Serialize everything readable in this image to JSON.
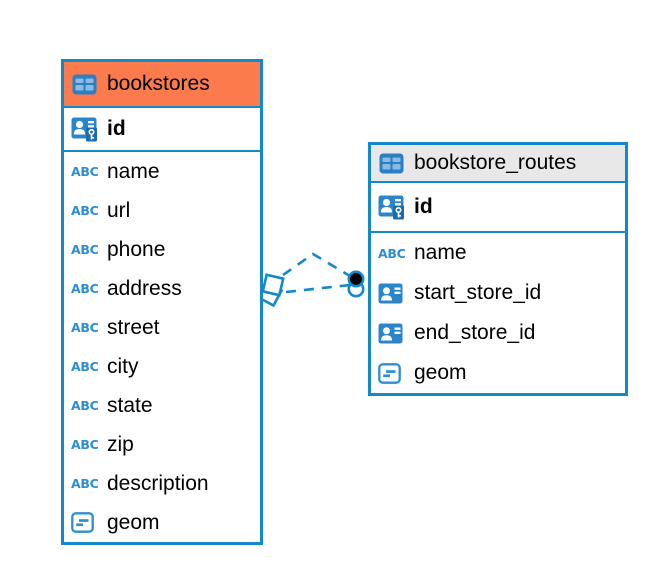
{
  "diagram": {
    "kind": "entity-relationship-diagram",
    "colors": {
      "table_border": "#1289cb",
      "bookstores_header_bg": "#fb7b4c",
      "routes_header_bg": "#e8e8e8",
      "icon_blue": "#2e8ed2",
      "icon_fill_blue": "#2b85cb",
      "key_badge_blue": "#1a6bb0",
      "connection_line": "#1289cb",
      "text": "#000000"
    },
    "icons": {
      "text_type_label": "ABC",
      "table_icon": "table-icon",
      "primary_key_icon": "primary-key-user-icon",
      "reference_icon": "user-reference-icon",
      "geometry_icon": "geometry-type-icon"
    },
    "tables": [
      {
        "name": "bookstores",
        "columns": [
          {
            "name": "id",
            "icon": "primary-key-user-icon",
            "primary_key": true
          },
          {
            "name": "name",
            "icon": "text-type-icon"
          },
          {
            "name": "url",
            "icon": "text-type-icon"
          },
          {
            "name": "phone",
            "icon": "text-type-icon"
          },
          {
            "name": "address",
            "icon": "text-type-icon"
          },
          {
            "name": "street",
            "icon": "text-type-icon"
          },
          {
            "name": "city",
            "icon": "text-type-icon"
          },
          {
            "name": "state",
            "icon": "text-type-icon"
          },
          {
            "name": "zip",
            "icon": "text-type-icon"
          },
          {
            "name": "description",
            "icon": "text-type-icon"
          },
          {
            "name": "geom",
            "icon": "geometry-type-icon"
          }
        ]
      },
      {
        "name": "bookstore_routes",
        "columns": [
          {
            "name": "id",
            "icon": "primary-key-user-icon",
            "primary_key": true
          },
          {
            "name": "name",
            "icon": "text-type-icon"
          },
          {
            "name": "start_store_id",
            "icon": "user-reference-icon"
          },
          {
            "name": "end_store_id",
            "icon": "user-reference-icon"
          },
          {
            "name": "geom",
            "icon": "geometry-type-icon"
          }
        ]
      }
    ],
    "connections": {
      "style": "dashed",
      "count": 2,
      "between": [
        "bookstores",
        "bookstore_routes"
      ],
      "left_end_marker": "stacked-diamonds",
      "right_end_marker": "stacked-circles"
    }
  }
}
